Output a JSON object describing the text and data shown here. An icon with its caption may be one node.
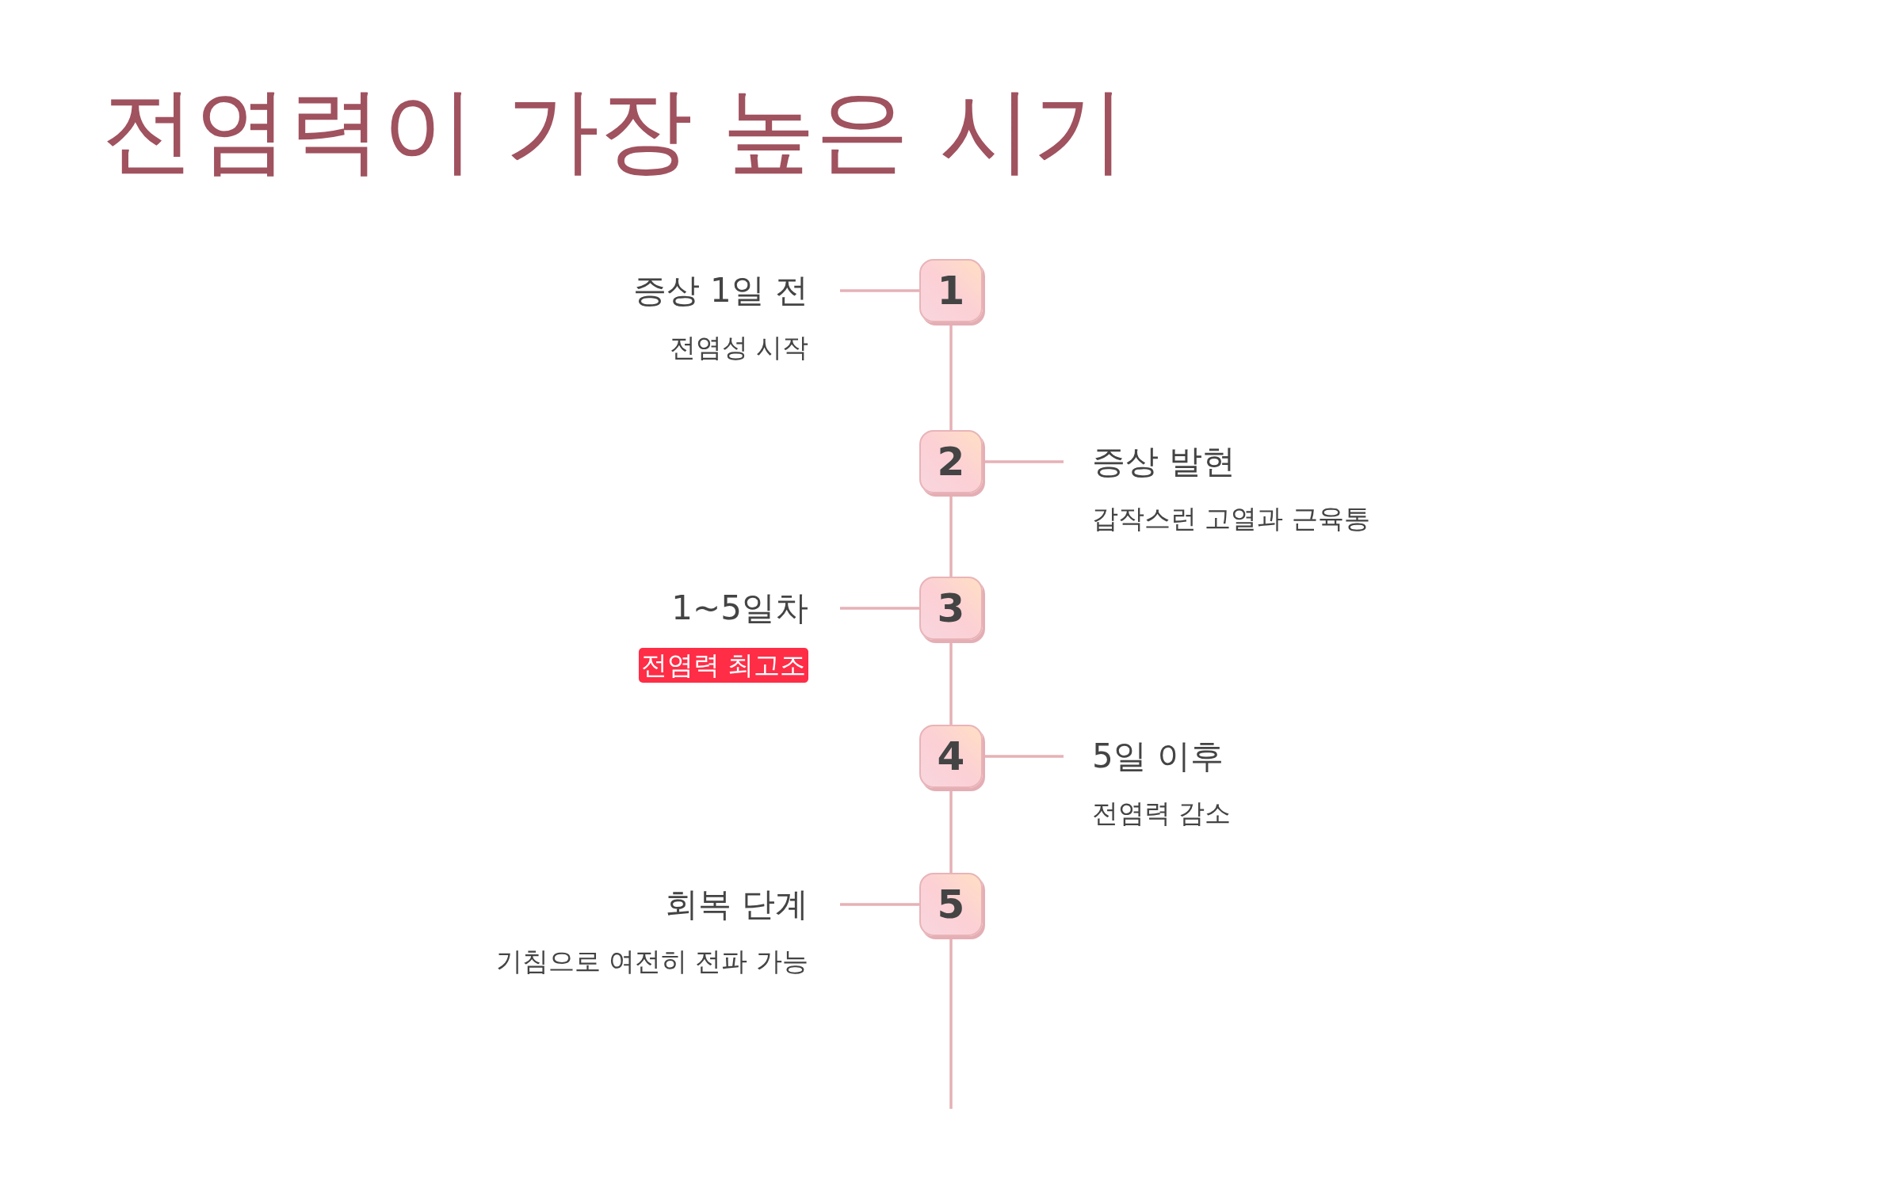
{
  "diagram": {
    "title": "전염력이 가장 높은 시기",
    "nodes": [
      {
        "text": [
          "1"
        ]
      },
      {
        "text": [
          "증상 1일 전",
          "전염성 시작"
        ]
      },
      {
        "text": [
          "2"
        ]
      },
      {
        "text": [
          "증상 발현",
          "갑작스런 고열과 근육통"
        ]
      },
      {
        "text": [
          "3"
        ]
      },
      {
        "text": [
          "1~5일차",
          "전염력 최고조"
        ]
      },
      {
        "text": [
          "4"
        ]
      },
      {
        "text": [
          "5일 이후",
          "전염력 감소"
        ]
      },
      {
        "text": [
          "5"
        ]
      },
      {
        "text": [
          "회복 단계",
          "기침으로 여전히 전파 가능"
        ]
      }
    ],
    "edges": [
      {
        "from": 0,
        "to": 1,
        "arrow": "none"
      },
      {
        "from": 0,
        "to": 2,
        "arrow": "none"
      },
      {
        "from": 2,
        "to": 3,
        "arrow": "none"
      },
      {
        "from": 2,
        "to": 4,
        "arrow": "none"
      },
      {
        "from": 4,
        "to": 5,
        "arrow": "none"
      },
      {
        "from": 4,
        "to": 6,
        "arrow": "none"
      },
      {
        "from": 6,
        "to": 7,
        "arrow": "none"
      },
      {
        "from": 6,
        "to": 8,
        "arrow": "none"
      },
      {
        "from": 8,
        "to": 9,
        "arrow": "none"
      },
      {
        "from": 8,
        "to": null,
        "arrow": "none"
      }
    ]
  }
}
